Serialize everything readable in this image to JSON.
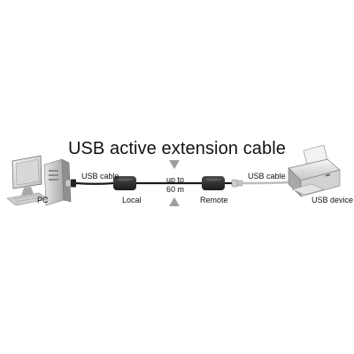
{
  "title": "USB active extension cable",
  "labels": {
    "pc": "PC",
    "usb_cable_left": "USB cable",
    "local": "Local",
    "distance_line1": "up to",
    "distance_line2": "60 m",
    "remote": "Remote",
    "usb_cable_right": "USB cable",
    "usb_device": "USB device"
  },
  "colors": {
    "cable_dark": "#1a1a1a",
    "cable_light": "#bdbdbd",
    "extender_body": "#2b2b2b",
    "arrow_gray": "#9e9e9e"
  }
}
